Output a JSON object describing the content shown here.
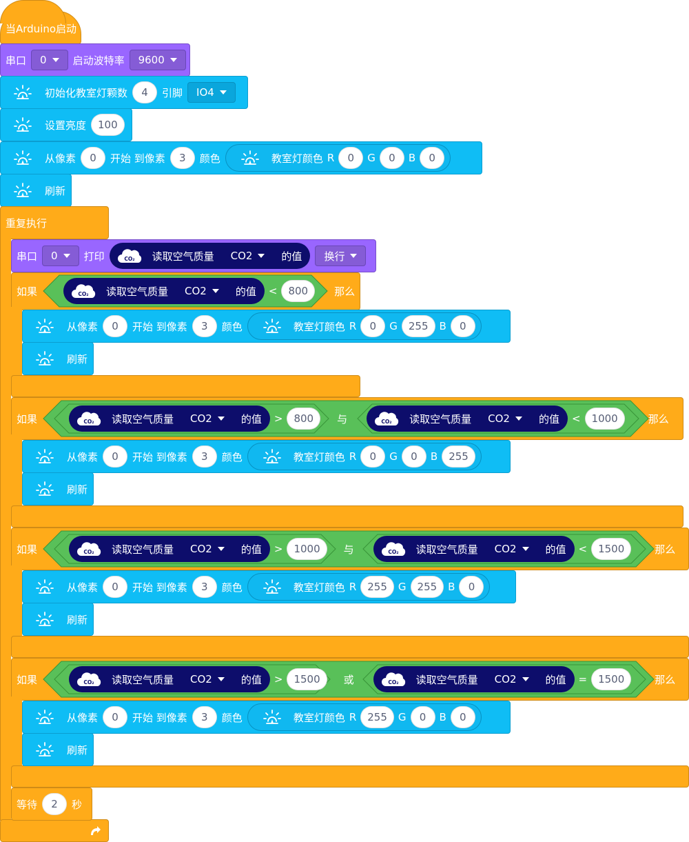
{
  "start": {
    "label": "当Arduino启动"
  },
  "serial": {
    "label": "串口",
    "port": "0",
    "baud_label": "启动波特率",
    "baud": "9600"
  },
  "init": {
    "label": "初始化教室灯颗数",
    "count": "4",
    "pin_label": "引脚",
    "pin": "IO4"
  },
  "brightness": {
    "label": "设置亮度",
    "value": "100"
  },
  "pixel_from": "从像素",
  "pixel_start_to": "开始 到像素",
  "pixel_color": "颜色",
  "lamp_color": "教室灯颜色",
  "r": "R",
  "g": "G",
  "b": "B",
  "refresh": "刷新",
  "init_color": {
    "from": "0",
    "to": "3",
    "r": "0",
    "g": "0",
    "b": "0"
  },
  "loop": {
    "label": "重复执行"
  },
  "print": {
    "serial": "串口",
    "port": "0",
    "print": "打印",
    "newline": "换行"
  },
  "co2": {
    "read": "读取空气质量",
    "gas": "CO2",
    "value_of": "的值"
  },
  "if_label": "如果",
  "then_label": "那么",
  "and_label": "与",
  "or_label": "或",
  "branches": [
    {
      "op1": "<",
      "v1": "800",
      "color": {
        "from": "0",
        "to": "3",
        "r": "0",
        "g": "255",
        "b": "0"
      }
    },
    {
      "op1": ">",
      "v1": "800",
      "logic": "与",
      "op2": "<",
      "v2": "1000",
      "color": {
        "from": "0",
        "to": "3",
        "r": "0",
        "g": "0",
        "b": "255"
      }
    },
    {
      "op1": ">",
      "v1": "1000",
      "logic": "与",
      "op2": "<",
      "v2": "1500",
      "color": {
        "from": "0",
        "to": "3",
        "r": "255",
        "g": "255",
        "b": "0"
      }
    },
    {
      "op1": ">",
      "v1": "1500",
      "logic": "或",
      "op2": "=",
      "v2": "1500",
      "color": {
        "from": "0",
        "to": "3",
        "r": "255",
        "g": "0",
        "b": "0"
      }
    }
  ],
  "wait": {
    "label": "等待",
    "value": "2",
    "unit": "秒"
  },
  "icons": {
    "lamp": "lamp-icon",
    "cloud": "co2-cloud-icon",
    "loop_arrow": "loop-arrow-icon"
  },
  "cloud_text": "CO₂",
  "colors": {
    "orange": "#ffab19",
    "purple": "#9966ff",
    "blue": "#0fbdf5",
    "green": "#59c059",
    "navy": "#0d0d6b"
  }
}
